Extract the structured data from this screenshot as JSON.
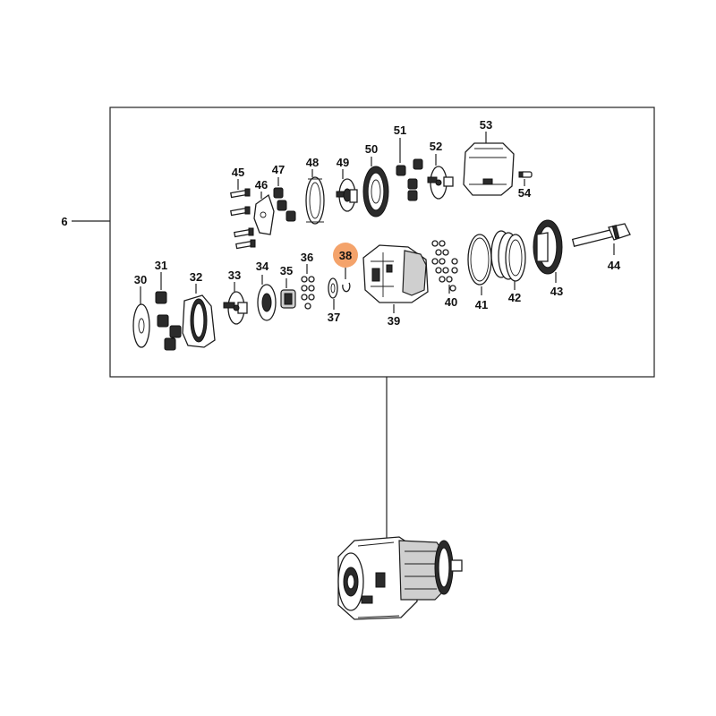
{
  "diagram": {
    "assembly_label": "6",
    "highlighted_label": "38",
    "highlight_color": "#f4a36b",
    "labels": {
      "p30": "30",
      "p31": "31",
      "p32": "32",
      "p33": "33",
      "p34": "34",
      "p35": "35",
      "p36": "36",
      "p37": "37",
      "p38": "38",
      "p39": "39",
      "p40": "40",
      "p41": "41",
      "p42": "42",
      "p43": "43",
      "p44": "44",
      "p45": "45",
      "p46": "46",
      "p47": "47",
      "p48": "48",
      "p49": "49",
      "p50": "50",
      "p51": "51",
      "p52": "52",
      "p53": "53",
      "p54": "54"
    }
  }
}
